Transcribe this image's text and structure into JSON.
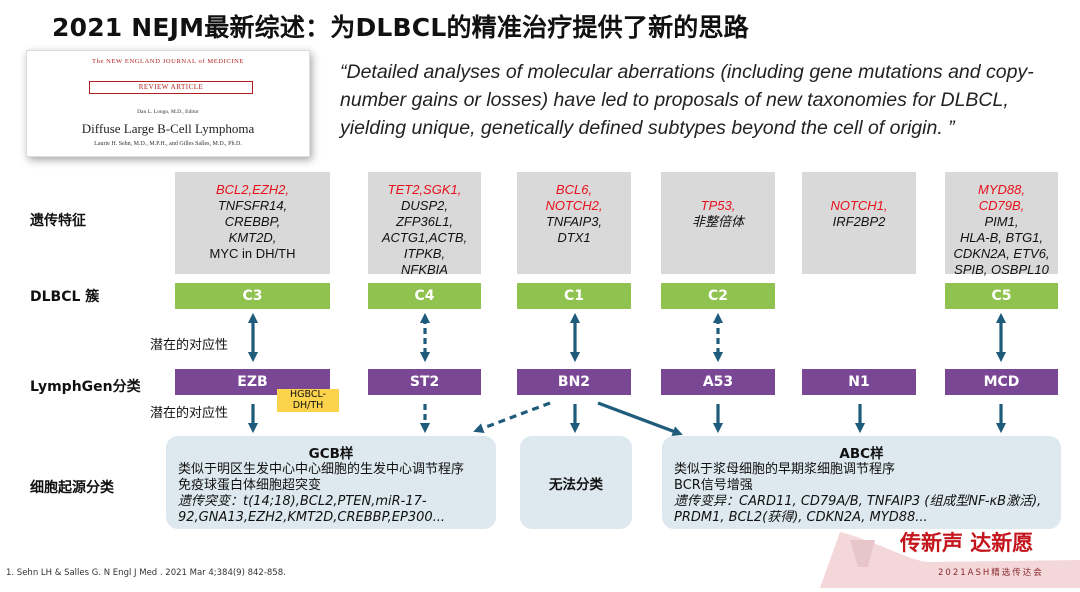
{
  "title": "2021 NEJM最新综述：为DLBCL的精准治疗提供了新的思路",
  "article": {
    "journal": "The NEW ENGLAND JOURNAL of MEDICINE",
    "section": "REVIEW ARTICLE",
    "editor": "Dan L. Longo, M.D., Editor",
    "title": "Diffuse Large B-Cell Lymphoma",
    "authors": "Laurie H. Sehn, M.D., M.P.H., and Gilles Salles, M.D., Ph.D."
  },
  "quote": "“Detailed analyses of molecular aberrations (including gene mutations and copy-number gains or losses) have led to proposals of new taxonomies for DLBCL, yielding unique, genetically defined subtypes beyond the cell of origin. ”",
  "row_labels": {
    "genetics": "遗传特征",
    "cluster": "DLBCL 簇",
    "lymphgen": "LymphGen分类",
    "coo": "细胞起源分类"
  },
  "correspondence_label_1": "潜在的对应性",
  "correspondence_label_2": "潜在的对应性",
  "genetics": [
    {
      "red": "BCL2,EZH2,",
      "black": "TNFSFR14,\nCREBBP,\nKMT2D,",
      "upright": "MYC in DH/TH"
    },
    {
      "red": "TET2,SGK1,",
      "black": "DUSP2,\nZFP36L1,\nACTG1,ACTB,\nITPKB,\nNFKBIA",
      "upright": ""
    },
    {
      "red": "BCL6,\nNOTCH2,",
      "black": "TNFAIP3,\nDTX1",
      "upright": ""
    },
    {
      "red": "TP53,",
      "black": "非整倍体",
      "upright": ""
    },
    {
      "red": "NOTCH1,",
      "black": "IRF2BP2",
      "upright": ""
    },
    {
      "red": "MYD88,\nCD79B,",
      "black": "PIM1,\nHLA-B, BTG1,\nCDKN2A, ETV6,\nSPIB, OSBPL10",
      "upright": ""
    }
  ],
  "clusters": [
    "C3",
    "C4",
    "C1",
    "C2",
    "C5"
  ],
  "lymphgen": [
    "EZB",
    "ST2",
    "BN2",
    "A53",
    "N1",
    "MCD"
  ],
  "hgbcl": "HGBCL-\nDH/TH",
  "gcb": {
    "title": "GCB样",
    "line1": "类似于明区生发中心中心细胞的生发中心调节程序",
    "line2": "免疫球蛋白体细胞超突变",
    "line3": "遗传突变：t(14;18),BCL2,PTEN,miR-17-",
    "line4": "92,GNA13,EZH2,KMT2D,CREBBP,EP300..."
  },
  "unclassified": "无法分类",
  "abc": {
    "title": "ABC样",
    "line1": "类似于浆母细胞的早期浆细胞调节程序",
    "line2": "BCR信号增强",
    "line3": "遗传变异：CARD11, CD79A/B, TNFAIP3 (组成型NF-κB激活),",
    "line4": "PRDM1, BCL2(获得), CDKN2A, MYD88..."
  },
  "footnote": "1. Sehn LH & Salles G. N Engl J Med . 2021 Mar 4;384(9) 842-858.",
  "logo": {
    "main": "传新声 达新愿",
    "sub": "2021ASH精选传达会"
  },
  "colors": {
    "green": "#8fc24f",
    "purple": "#7a4795",
    "arrow": "#1f5b7a",
    "red": "#e8101a",
    "pill": "#dde8ef"
  }
}
